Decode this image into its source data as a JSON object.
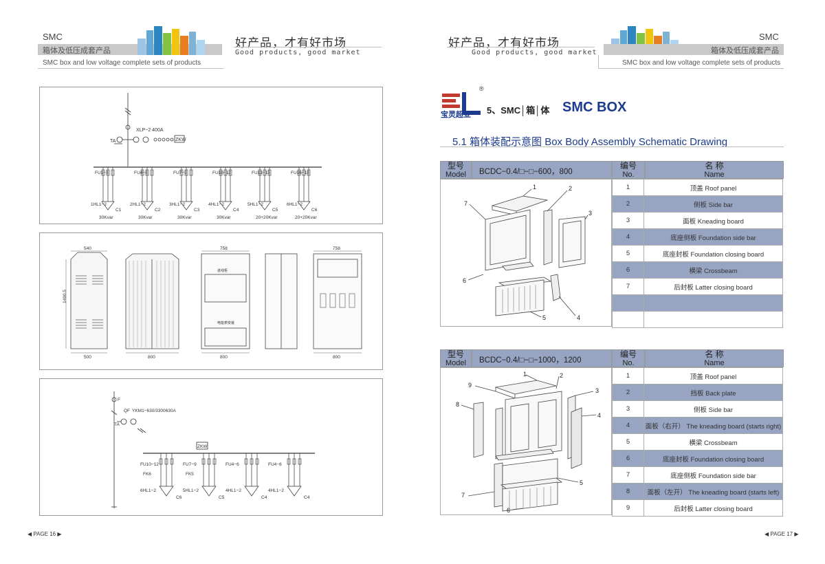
{
  "left_header": {
    "brand": "SMC",
    "sub_cn": "箱体及低压成套产品",
    "sub_en": "SMC box and low voltage complete sets of products",
    "slogan_cn": "好产品，才有好市场",
    "slogan_en": "Good products, good market"
  },
  "right_header": {
    "brand": "SMC",
    "sub_cn": "箱体及低压成套产品",
    "sub_en": "SMC box and low voltage complete sets of products",
    "slogan_cn": "好产品，才有好市场",
    "slogan_en": "Good products, good market"
  },
  "circuit1": {
    "ta": "TA",
    "switch": "XLP−2 400A",
    "zkw": "ZKW",
    "groups": [
      {
        "fu": "FU1−3",
        "hl": "1HL1−2",
        "c": "C1",
        "kvar": "30Kvar"
      },
      {
        "fu": "FU4−6",
        "hl": "2HL1−2",
        "c": "C2",
        "kvar": "30Kvar"
      },
      {
        "fu": "FU7−9",
        "hl": "3HL1−2",
        "c": "C3",
        "kvar": "30Kvar"
      },
      {
        "fu": "FU10−12",
        "hl": "4HL1−2",
        "c": "C4",
        "kvar": "30Kvar"
      },
      {
        "fu": "FU13−15",
        "hl": "5HL1−2",
        "c": "C5",
        "kvar": "20+20Kvar"
      },
      {
        "fu": "FU16−18",
        "hl": "6HL1−2",
        "c": "C6",
        "kvar": "20+20Kvar"
      }
    ]
  },
  "cabinet_dims": {
    "w1": "540",
    "h1": "1490.5",
    "w2": "500",
    "w3": "800",
    "w4": "758",
    "w5": "800",
    "w6": "758",
    "w7": "800",
    "label_top": "进线柜",
    "label_mid": "电能表安装"
  },
  "circuit2": {
    "f": "F",
    "qf": "QF",
    "switch": "YKM1−630/3300630A",
    "ta": "TA",
    "zkw": "ZKW",
    "groups": [
      {
        "fu": "FU10−12",
        "fk": "FK6",
        "hl": "6HL1−2",
        "c": "C6"
      },
      {
        "fu": "FU7−9",
        "fk": "FK5",
        "hl": "5HL1−2",
        "c": "C5"
      },
      {
        "fu": "FU4−6",
        "fk": "",
        "hl": "4HL1−2",
        "c": "C4"
      },
      {
        "fu": "FU4−6",
        "fk": "",
        "hl": "4HL1−2",
        "c": "C4"
      }
    ]
  },
  "section": {
    "logo_cn": "宝灵超亚",
    "reg": "®",
    "title_cn": "5、SMC│箱│体",
    "title_en": "SMC BOX",
    "subsection": "5.1 箱体装配示意图  Box Body Assembly Schematic Drawing"
  },
  "table1": {
    "model_label_cn": "型号",
    "model_label_en": "Model",
    "model_value": "BCDC−0.4/□−□−600，800",
    "no_cn": "编号",
    "no_en": "No.",
    "name_cn": "名  称",
    "name_en": "Name",
    "rows": [
      {
        "no": "1",
        "name": "顶盖  Roof panel"
      },
      {
        "no": "2",
        "name": "侧板  Side bar"
      },
      {
        "no": "3",
        "name": "面板  Kneading board"
      },
      {
        "no": "4",
        "name": "底座侧板  Foundation side bar"
      },
      {
        "no": "5",
        "name": "底座封板  Foundation closing board"
      },
      {
        "no": "6",
        "name": "横梁  Crossbeam"
      },
      {
        "no": "7",
        "name": "后封板  Latter closing board"
      },
      {
        "no": "",
        "name": ""
      },
      {
        "no": "",
        "name": ""
      }
    ],
    "callouts": [
      "1",
      "2",
      "3",
      "4",
      "5",
      "6",
      "7"
    ]
  },
  "table2": {
    "model_label_cn": "型号",
    "model_label_en": "Model",
    "model_value": "BCDC−0.4/□−□−1000，1200",
    "no_cn": "编号",
    "no_en": "No.",
    "name_cn": "名  称",
    "name_en": "Name",
    "rows": [
      {
        "no": "1",
        "name": "顶盖  Roof panel"
      },
      {
        "no": "2",
        "name": "挡板  Back plate"
      },
      {
        "no": "3",
        "name": "侧板  Side bar"
      },
      {
        "no": "4",
        "name": "面板（右开）  The kneading board (starts right)"
      },
      {
        "no": "5",
        "name": "横梁  Crossbeam"
      },
      {
        "no": "6",
        "name": "底座封板  Foundation closing board"
      },
      {
        "no": "7",
        "name": "底座侧板  Foundation side bar"
      },
      {
        "no": "8",
        "name": "面板（左开）  The kneading board (starts left)"
      },
      {
        "no": "9",
        "name": "后封板  Latter closing board"
      }
    ],
    "callouts": [
      "1",
      "2",
      "3",
      "4",
      "5",
      "6",
      "7",
      "8",
      "9"
    ]
  },
  "footer": {
    "left": "◀ PAGE 16 ▶",
    "right": "◀ PAGE 17 ▶"
  }
}
